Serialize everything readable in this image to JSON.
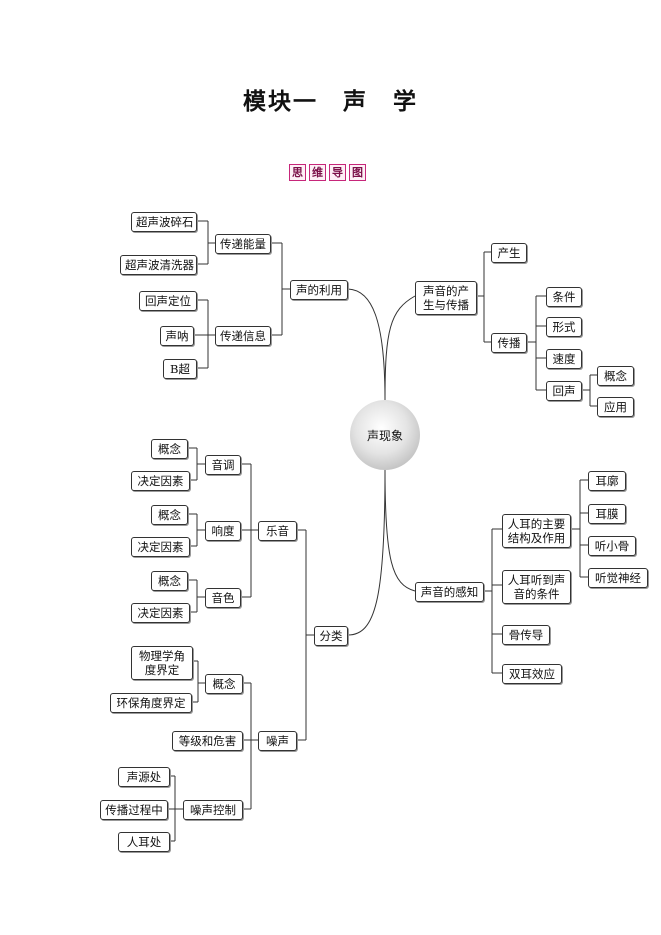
{
  "title": "模块一　声　学",
  "badge": [
    "思",
    "维",
    "导",
    "图"
  ],
  "center": "声现象",
  "nodes": {
    "use": "声的利用",
    "energy": "传递能量",
    "u_e1": "超声波碎石",
    "u_e2": "超声波清洗器",
    "info": "传递信息",
    "u_i1": "回声定位",
    "u_i2": "声呐",
    "u_i3": "B超",
    "prod": "声音的产生与传播",
    "p1": "产生",
    "p2": "传播",
    "p2_1": "条件",
    "p2_2": "形式",
    "p2_3": "速度",
    "p2_4": "回声",
    "echo1": "概念",
    "echo2": "应用",
    "percep": "声音的感知",
    "ear": "人耳的主要结构及作用",
    "ear1": "耳廓",
    "ear2": "耳膜",
    "ear3": "听小骨",
    "ear4": "听觉神经",
    "hear": "人耳听到声音的条件",
    "bone": "骨传导",
    "bi": "双耳效应",
    "class": "分类",
    "music": "乐音",
    "pitch": "音调",
    "pitch1": "概念",
    "pitch2": "决定因素",
    "loud": "响度",
    "loud1": "概念",
    "loud2": "决定因素",
    "timbre": "音色",
    "timbre1": "概念",
    "timbre2": "决定因素",
    "noise": "噪声",
    "ncon": "概念",
    "ncon1": "物理学角度界定",
    "ncon2": "环保角度界定",
    "grade": "等级和危害",
    "ctrl": "噪声控制",
    "ctrl1": "声源处",
    "ctrl2": "传播过程中",
    "ctrl3": "人耳处"
  }
}
